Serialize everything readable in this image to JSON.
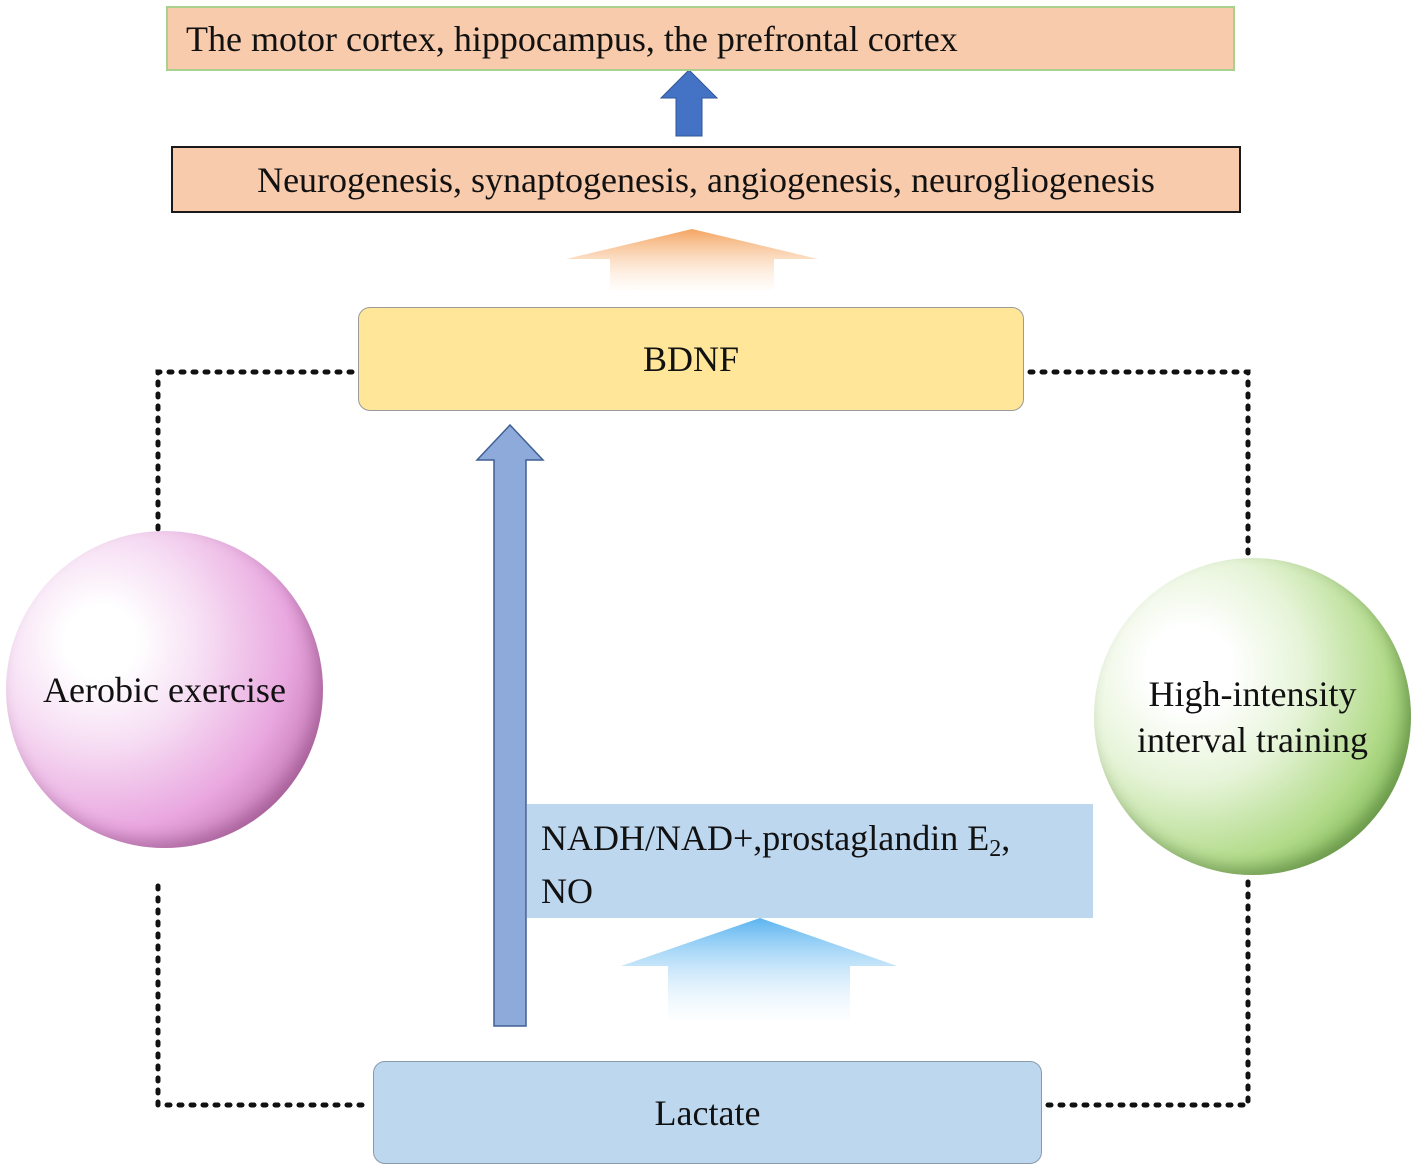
{
  "regions_label": "The motor cortex, hippocampus, the prefrontal cortex",
  "processes_label": "Neurogenesis, synaptogenesis, angiogenesis, neurogliogenesis",
  "bdnf_label": "BDNF",
  "aerobic_label": "Aerobic exercise",
  "hiit_line1": "High-intensity",
  "hiit_line2": "interval training",
  "mechanism_line1": "NADH/NAD+,prostaglandin E",
  "mechanism_sub": "2",
  "mechanism_line1_end": ",",
  "mechanism_line2": "NO",
  "lactate_label": "Lactate",
  "colors": {
    "peach": "#f8cbad",
    "yellow": "#ffe699",
    "light_blue": "#bdd7ee",
    "arrow_blue": "#8eaadb",
    "dark_blue_arrow": "#4472c4",
    "orange_arrow": "#f4b183"
  }
}
